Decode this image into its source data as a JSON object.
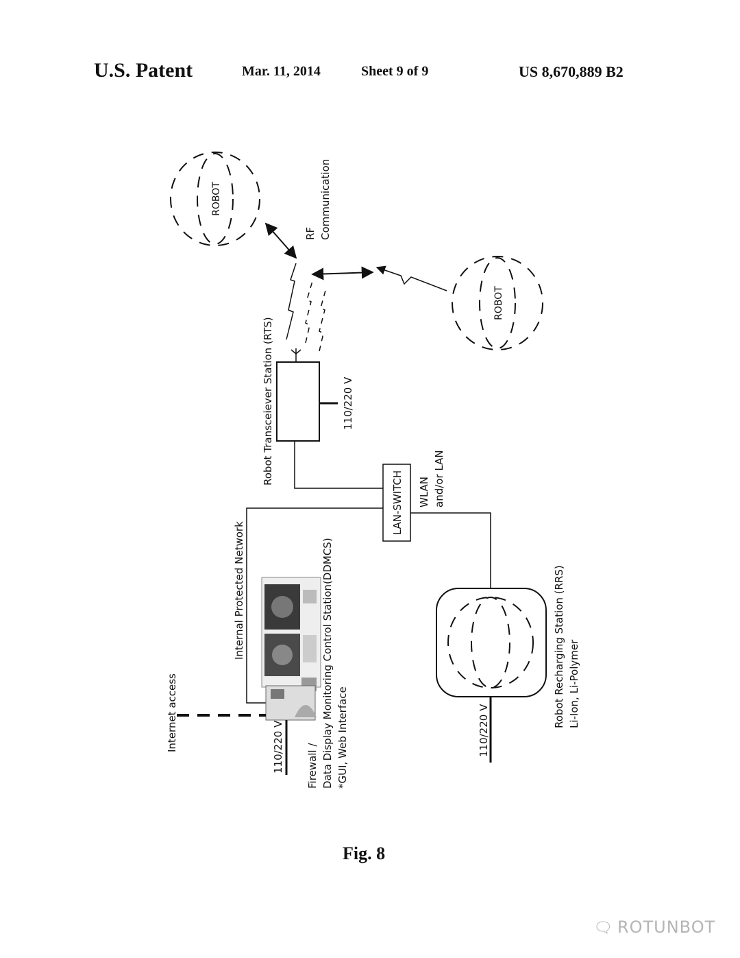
{
  "header": {
    "publication": "U.S. Patent",
    "date": "Mar. 11, 2014",
    "sheet": "Sheet 9 of 9",
    "patent_number": "US 8,670,889 B2"
  },
  "figure_label": "Fig. 8",
  "diagram": {
    "robot_top": "ROBOT",
    "robot_right": "ROBOT",
    "rf_line1": "RF",
    "rf_line2": "Communication",
    "rts_label": "Robot Transceiever Station (RTS)",
    "rts_power": "110/220 V",
    "lan_switch": "LAN-SWITCH",
    "wlan_line1": "WLAN",
    "wlan_line2": "and/or LAN",
    "internal_network": "Internal Protected Network",
    "internet_access": "Internet access",
    "ddmcs_power": "110/220 V",
    "ddmcs_line1": "Firewall /",
    "ddmcs_line2": "Data Display Monitoring Control Station(DDMCS)",
    "ddmcs_line3": "*GUI, Web Interface",
    "rrs_power": "110/220 V",
    "rrs_line1": "Robot Recharging Station (RRS)",
    "rrs_line2": "Li-Ion, Li-Polymer"
  },
  "watermark": {
    "text": "ROTUNBOT",
    "icon": "chat-bubbles-icon"
  }
}
